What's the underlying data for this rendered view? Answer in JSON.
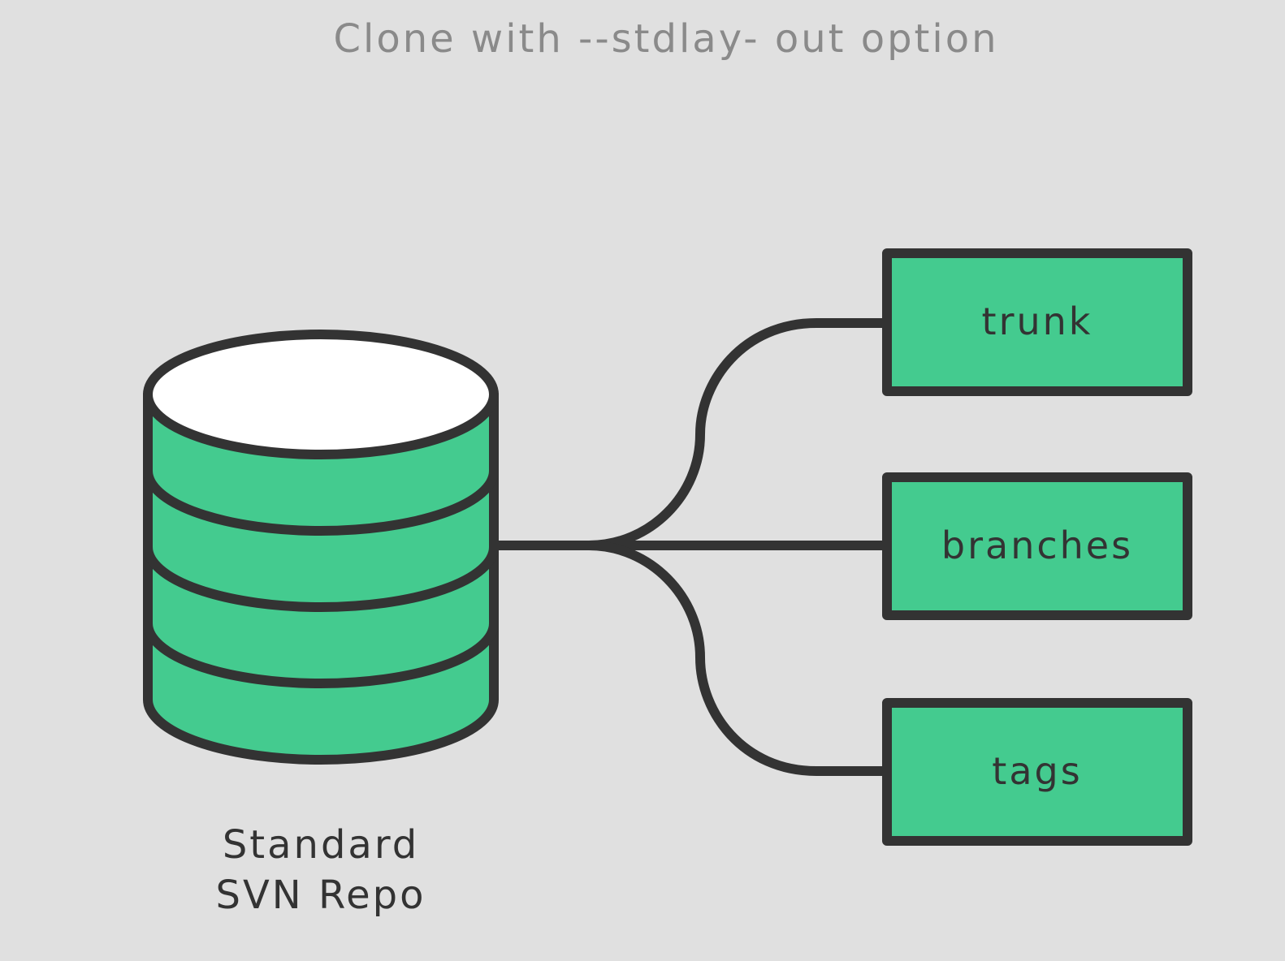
{
  "title": "Clone with --stdlay- out option",
  "repo": {
    "label_line1": "Standard",
    "label_line2": "SVN Repo"
  },
  "directories": [
    {
      "label": "trunk"
    },
    {
      "label": "branches"
    },
    {
      "label": "tags"
    }
  ],
  "colors": {
    "background": "#e0e0e0",
    "fill": "#44cb8f",
    "stroke": "#333333",
    "title": "#8a8a8a"
  }
}
